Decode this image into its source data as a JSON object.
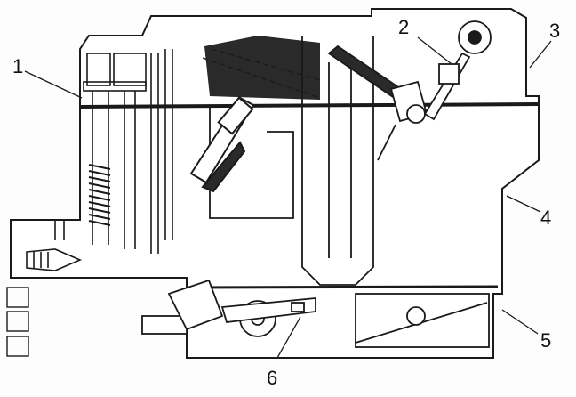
{
  "figure": {
    "callouts": [
      {
        "id": "1",
        "label": "1"
      },
      {
        "id": "2",
        "label": "2"
      },
      {
        "id": "3",
        "label": "3"
      },
      {
        "id": "4",
        "label": "4"
      },
      {
        "id": "5",
        "label": "5"
      },
      {
        "id": "6",
        "label": "6"
      }
    ],
    "colors": {
      "ink": "#1a1a1a",
      "body_fill": "#ffffff",
      "shade": "#2a2a2a",
      "paper": "#fdfdfd"
    }
  }
}
